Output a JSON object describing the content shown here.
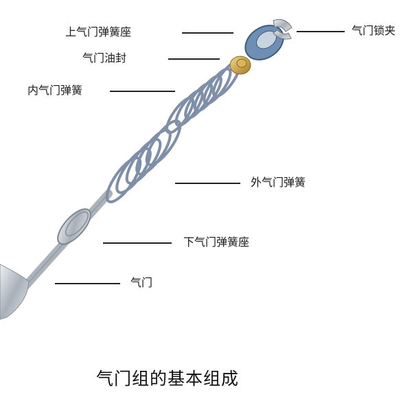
{
  "labels": {
    "upper_spring_seat": "上气门弹簧座",
    "valve_keepers": "气门锁夹",
    "valve_oil_seal": "气门油封",
    "inner_valve_spring": "内气门弹簧",
    "outer_valve_spring": "外气门弹簧",
    "lower_spring_seat": "下气门弹簧座",
    "valve": "气门"
  },
  "caption": "气门组的基本组成",
  "colors": {
    "spring": "#7f8fa8",
    "metal": "#b9c0c8",
    "seal": "#c9a24a",
    "retainer": "#5d7fa3"
  }
}
